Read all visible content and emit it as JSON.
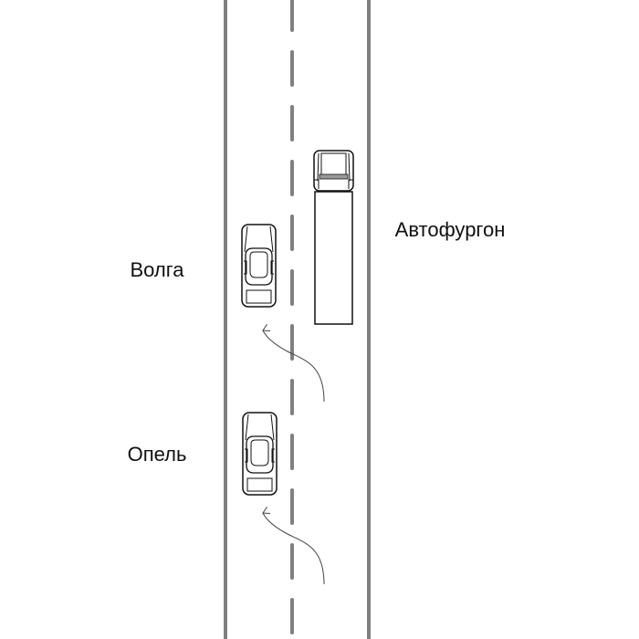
{
  "labels": {
    "volga": "Волга",
    "opel": "Опель",
    "truck": "Автофургон"
  },
  "colors": {
    "road_line": "#808080",
    "vehicle_stroke": "#111111",
    "arrow": "#444444"
  }
}
